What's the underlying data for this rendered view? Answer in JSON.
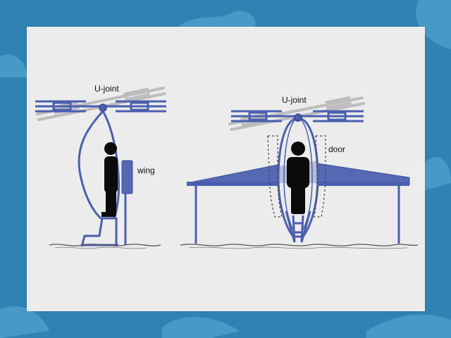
{
  "labels": {
    "left_ujoint": "U-joint",
    "wing": "wing",
    "right_ujoint": "U-joint",
    "door": "door"
  },
  "colors": {
    "background": "#2f82b3",
    "cloud": "#4b9dc9",
    "slide": "#ececec",
    "structure": "#4a5fae",
    "wing_fill": "#5568b4",
    "ghost_rotor": "#bdbdbd",
    "person": "#0b0b0b",
    "ground": "#555555",
    "door_outline": "#444444"
  }
}
